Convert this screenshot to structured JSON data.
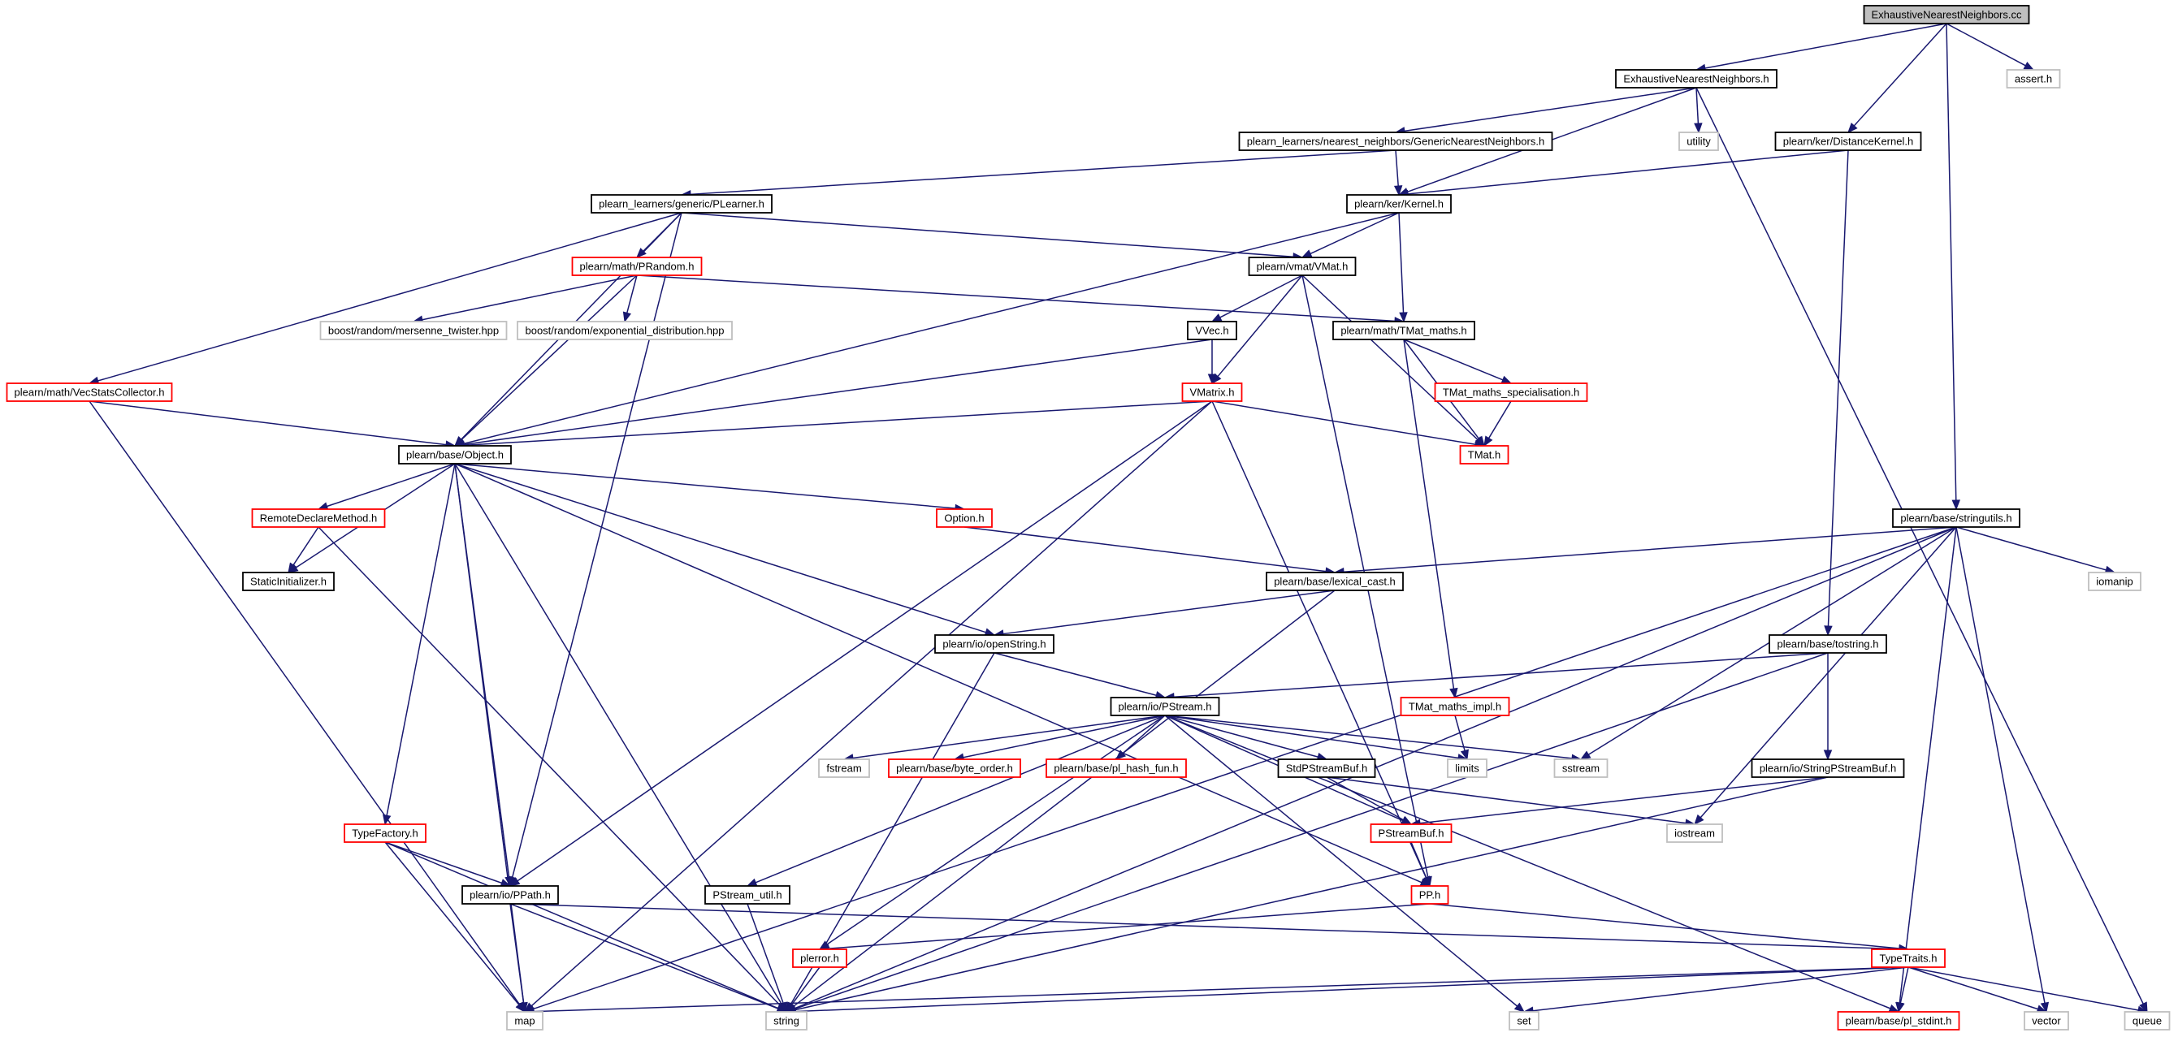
{
  "colors": {
    "edge": "#191970",
    "normal_border": "#000000",
    "red_border": "#ff0000",
    "gray_border": "#bfbfbf",
    "root_fill": "#bfbfbf"
  },
  "nodes": [
    {
      "id": "root",
      "label": "ExhaustiveNearestNeighbors.cc",
      "kind": "root"
    },
    {
      "id": "enn_h",
      "label": "ExhaustiveNearestNeighbors.h",
      "kind": "black"
    },
    {
      "id": "assert_h",
      "label": "assert.h",
      "kind": "gray"
    },
    {
      "id": "gnn_h",
      "label": "plearn_learners/nearest_neighbors/GenericNearestNeighbors.h",
      "kind": "black"
    },
    {
      "id": "utility",
      "label": "utility",
      "kind": "gray"
    },
    {
      "id": "distkernel_h",
      "label": "plearn/ker/DistanceKernel.h",
      "kind": "black"
    },
    {
      "id": "plearner_h",
      "label": "plearn_learners/generic/PLearner.h",
      "kind": "black"
    },
    {
      "id": "kernel_h",
      "label": "plearn/ker/Kernel.h",
      "kind": "black"
    },
    {
      "id": "prandom_h",
      "label": "plearn/math/PRandom.h",
      "kind": "red"
    },
    {
      "id": "vmat_h",
      "label": "plearn/vmat/VMat.h",
      "kind": "black"
    },
    {
      "id": "mersenne",
      "label": "boost/random/mersenne_twister.hpp",
      "kind": "gray"
    },
    {
      "id": "expdist",
      "label": "boost/random/exponential_distribution.hpp",
      "kind": "gray"
    },
    {
      "id": "vvec_h",
      "label": "VVec.h",
      "kind": "black"
    },
    {
      "id": "tmatmaths_h",
      "label": "plearn/math/TMat_maths.h",
      "kind": "black"
    },
    {
      "id": "vecstats_h",
      "label": "plearn/math/VecStatsCollector.h",
      "kind": "red"
    },
    {
      "id": "vmatrix_h",
      "label": "VMatrix.h",
      "kind": "red"
    },
    {
      "id": "tmatspec_h",
      "label": "TMat_maths_specialisation.h",
      "kind": "red"
    },
    {
      "id": "object_h",
      "label": "plearn/base/Object.h",
      "kind": "black"
    },
    {
      "id": "tmat_h",
      "label": "TMat.h",
      "kind": "red"
    },
    {
      "id": "stringutils_h",
      "label": "plearn/base/stringutils.h",
      "kind": "black"
    },
    {
      "id": "remotedeclare_h",
      "label": "RemoteDeclareMethod.h",
      "kind": "red"
    },
    {
      "id": "option_h",
      "label": "Option.h",
      "kind": "red"
    },
    {
      "id": "iomanip",
      "label": "iomanip",
      "kind": "gray"
    },
    {
      "id": "lexicalcast_h",
      "label": "plearn/base/lexical_cast.h",
      "kind": "black"
    },
    {
      "id": "staticinit_h",
      "label": "StaticInitializer.h",
      "kind": "black"
    },
    {
      "id": "openstring_h",
      "label": "plearn/io/openString.h",
      "kind": "black"
    },
    {
      "id": "tostring_h",
      "label": "plearn/base/tostring.h",
      "kind": "black"
    },
    {
      "id": "pstream_h",
      "label": "plearn/io/PStream.h",
      "kind": "black"
    },
    {
      "id": "tmatimpl_h",
      "label": "TMat_maths_impl.h",
      "kind": "red"
    },
    {
      "id": "fstream",
      "label": "fstream",
      "kind": "gray"
    },
    {
      "id": "byteorder_h",
      "label": "plearn/base/byte_order.h",
      "kind": "red"
    },
    {
      "id": "hashfun_h",
      "label": "plearn/base/pl_hash_fun.h",
      "kind": "red"
    },
    {
      "id": "stdpstreambuf_h",
      "label": "StdPStreamBuf.h",
      "kind": "black"
    },
    {
      "id": "limits",
      "label": "limits",
      "kind": "gray"
    },
    {
      "id": "sstream",
      "label": "sstream",
      "kind": "gray"
    },
    {
      "id": "stringpstreambuf_h",
      "label": "plearn/io/StringPStreamBuf.h",
      "kind": "black"
    },
    {
      "id": "typefactory_h",
      "label": "TypeFactory.h",
      "kind": "red"
    },
    {
      "id": "pstreambuf_h",
      "label": "PStreamBuf.h",
      "kind": "red"
    },
    {
      "id": "iostream",
      "label": "iostream",
      "kind": "gray"
    },
    {
      "id": "ppath_h",
      "label": "plearn/io/PPath.h",
      "kind": "black"
    },
    {
      "id": "pstreamutil_h",
      "label": "PStream_util.h",
      "kind": "black"
    },
    {
      "id": "pp_h",
      "label": "PP.h",
      "kind": "red"
    },
    {
      "id": "plerror_h",
      "label": "plerror.h",
      "kind": "red"
    },
    {
      "id": "typetraits_h",
      "label": "TypeTraits.h",
      "kind": "red"
    },
    {
      "id": "map",
      "label": "map",
      "kind": "gray"
    },
    {
      "id": "string",
      "label": "string",
      "kind": "gray"
    },
    {
      "id": "set",
      "label": "set",
      "kind": "gray"
    },
    {
      "id": "plstdint_h",
      "label": "plearn/base/pl_stdint.h",
      "kind": "red"
    },
    {
      "id": "vector",
      "label": "vector",
      "kind": "gray"
    },
    {
      "id": "queue",
      "label": "queue",
      "kind": "gray"
    }
  ],
  "edges": [
    [
      "root",
      "enn_h"
    ],
    [
      "root",
      "assert_h"
    ],
    [
      "root",
      "distkernel_h"
    ],
    [
      "root",
      "stringutils_h"
    ],
    [
      "enn_h",
      "gnn_h"
    ],
    [
      "enn_h",
      "utility"
    ],
    [
      "enn_h",
      "kernel_h"
    ],
    [
      "enn_h",
      "queue"
    ],
    [
      "gnn_h",
      "plearner_h"
    ],
    [
      "gnn_h",
      "kernel_h"
    ],
    [
      "distkernel_h",
      "kernel_h"
    ],
    [
      "distkernel_h",
      "tostring_h"
    ],
    [
      "plearner_h",
      "prandom_h"
    ],
    [
      "plearner_h",
      "vmat_h"
    ],
    [
      "plearner_h",
      "vecstats_h"
    ],
    [
      "plearner_h",
      "object_h"
    ],
    [
      "plearner_h",
      "ppath_h"
    ],
    [
      "kernel_h",
      "vmat_h"
    ],
    [
      "kernel_h",
      "object_h"
    ],
    [
      "kernel_h",
      "tmatmaths_h"
    ],
    [
      "prandom_h",
      "mersenne"
    ],
    [
      "prandom_h",
      "expdist"
    ],
    [
      "prandom_h",
      "object_h"
    ],
    [
      "prandom_h",
      "tmatmaths_h"
    ],
    [
      "vmat_h",
      "vvec_h"
    ],
    [
      "vmat_h",
      "vmatrix_h"
    ],
    [
      "vmat_h",
      "tmat_h"
    ],
    [
      "vmat_h",
      "pp_h"
    ],
    [
      "vvec_h",
      "vmatrix_h"
    ],
    [
      "vvec_h",
      "object_h"
    ],
    [
      "tmatmaths_h",
      "tmatspec_h"
    ],
    [
      "tmatmaths_h",
      "tmat_h"
    ],
    [
      "tmatmaths_h",
      "tmatimpl_h"
    ],
    [
      "tmatspec_h",
      "tmat_h"
    ],
    [
      "vmatrix_h",
      "object_h"
    ],
    [
      "vmatrix_h",
      "tmat_h"
    ],
    [
      "vmatrix_h",
      "ppath_h"
    ],
    [
      "vmatrix_h",
      "map"
    ],
    [
      "vmatrix_h",
      "pp_h"
    ],
    [
      "vecstats_h",
      "object_h"
    ],
    [
      "vecstats_h",
      "map"
    ],
    [
      "object_h",
      "remotedeclare_h"
    ],
    [
      "object_h",
      "staticinit_h"
    ],
    [
      "object_h",
      "option_h"
    ],
    [
      "object_h",
      "openstring_h"
    ],
    [
      "object_h",
      "typefactory_h"
    ],
    [
      "object_h",
      "ppath_h"
    ],
    [
      "object_h",
      "pp_h"
    ],
    [
      "object_h",
      "map"
    ],
    [
      "object_h",
      "string"
    ],
    [
      "remotedeclare_h",
      "staticinit_h"
    ],
    [
      "remotedeclare_h",
      "string"
    ],
    [
      "option_h",
      "lexicalcast_h"
    ],
    [
      "stringutils_h",
      "lexicalcast_h"
    ],
    [
      "stringutils_h",
      "iomanip"
    ],
    [
      "stringutils_h",
      "sstream"
    ],
    [
      "stringutils_h",
      "iostream"
    ],
    [
      "stringutils_h",
      "vector"
    ],
    [
      "stringutils_h",
      "string"
    ],
    [
      "stringutils_h",
      "map"
    ],
    [
      "stringutils_h",
      "plstdint_h"
    ],
    [
      "lexicalcast_h",
      "openstring_h"
    ],
    [
      "lexicalcast_h",
      "string"
    ],
    [
      "openstring_h",
      "pstream_h"
    ],
    [
      "openstring_h",
      "string"
    ],
    [
      "tostring_h",
      "pstream_h"
    ],
    [
      "tostring_h",
      "stringpstreambuf_h"
    ],
    [
      "tostring_h",
      "string"
    ],
    [
      "pstream_h",
      "fstream"
    ],
    [
      "pstream_h",
      "byteorder_h"
    ],
    [
      "pstream_h",
      "hashfun_h"
    ],
    [
      "pstream_h",
      "stdpstreambuf_h"
    ],
    [
      "pstream_h",
      "limits"
    ],
    [
      "pstream_h",
      "sstream"
    ],
    [
      "pstream_h",
      "pstreambuf_h"
    ],
    [
      "pstream_h",
      "pstreamutil_h"
    ],
    [
      "pstream_h",
      "plerror_h"
    ],
    [
      "pstream_h",
      "set"
    ],
    [
      "pstream_h",
      "plstdint_h"
    ],
    [
      "tmatimpl_h",
      "limits"
    ],
    [
      "stdpstreambuf_h",
      "pstreambuf_h"
    ],
    [
      "stdpstreambuf_h",
      "iostream"
    ],
    [
      "stringpstreambuf_h",
      "pstreambuf_h"
    ],
    [
      "stringpstreambuf_h",
      "string"
    ],
    [
      "pstreambuf_h",
      "pp_h"
    ],
    [
      "typefactory_h",
      "ppath_h"
    ],
    [
      "typefactory_h",
      "map"
    ],
    [
      "typefactory_h",
      "string"
    ],
    [
      "ppath_h",
      "map"
    ],
    [
      "ppath_h",
      "string"
    ],
    [
      "ppath_h",
      "typetraits_h"
    ],
    [
      "pstreamutil_h",
      "string"
    ],
    [
      "pp_h",
      "plerror_h"
    ],
    [
      "pp_h",
      "typetraits_h"
    ],
    [
      "plerror_h",
      "string"
    ],
    [
      "typetraits_h",
      "map"
    ],
    [
      "typetraits_h",
      "string"
    ],
    [
      "typetraits_h",
      "set"
    ],
    [
      "typetraits_h",
      "plstdint_h"
    ],
    [
      "typetraits_h",
      "vector"
    ],
    [
      "typetraits_h",
      "queue"
    ]
  ]
}
